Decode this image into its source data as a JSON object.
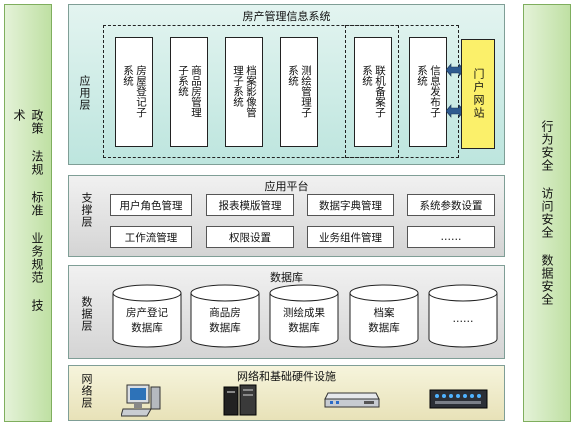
{
  "left_panel": {
    "text": "政策 法规 标准 业务规范 技术"
  },
  "right_panel": {
    "text": "行为安全 访问安全 数据安全"
  },
  "app_layer": {
    "label": "应用层",
    "title": "房产管理信息系统",
    "subsystems": [
      "房屋登记子系统",
      "商品房管理子系统",
      "档案影像管理子系统",
      "测绘管理子系统"
    ],
    "shared_subsystems": [
      "联机备案子系统",
      "信息发布子系统"
    ],
    "portal": "门户网站"
  },
  "support_layer": {
    "label": "支撑层",
    "title": "应用平台",
    "rows": [
      [
        "用户角色管理",
        "报表模版管理",
        "数据字典管理",
        "系统参数设置"
      ],
      [
        "工作流管理",
        "权限设置",
        "业务组件管理",
        "……"
      ]
    ]
  },
  "data_layer": {
    "label": "数据层",
    "title": "数据库",
    "databases": [
      [
        "房产登记",
        "数据库"
      ],
      [
        "商品房",
        "数据库"
      ],
      [
        "测绘成果",
        "数据库"
      ],
      [
        "档案",
        "数据库"
      ],
      [
        "……",
        ""
      ]
    ]
  },
  "network_layer": {
    "label": "网络层",
    "title": "网络和基础硬件设施",
    "icons": [
      "computer-icon",
      "server-icon",
      "router-icon",
      "switch-icon"
    ]
  },
  "colors": {
    "side_panel": "#bfe0a3",
    "app_layer": "#bde5de",
    "support_layer": "#d4d4d4",
    "network_layer": "#e8e2b8",
    "portal": "#fbf06a",
    "arrow": "#2f5b90"
  }
}
